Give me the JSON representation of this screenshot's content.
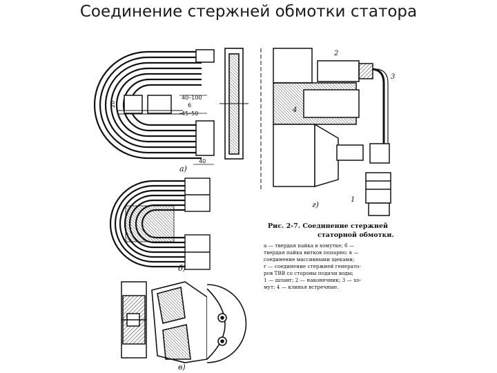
{
  "slide": {
    "title": "Соединение стержней обмотки статора"
  },
  "figure": {
    "labels": {
      "a": "а)",
      "b": "б)",
      "v": "в)",
      "g": "г)"
    },
    "callouts": [
      "1",
      "2",
      "3",
      "4"
    ],
    "dimensions": {
      "range": "40–100",
      "six": "6",
      "range2": "45–50",
      "twenty": "20",
      "forty": "40"
    },
    "caption": {
      "title_line1": "Рис. 2-7. Соединение стержней",
      "title_line2": "статорной обмотки.",
      "lines": [
        "а — твердая пайка в хомутке; б —",
        "твердая пайка витков попарно; в —",
        "соединение массивными щеками;",
        "г — соединение стержней генерато-",
        "ров ТВВ со стороны подачи воды;",
        "1 — шланг; 2 — наконечник; 3 — хо-",
        "мут; 4 — клинья встречные."
      ]
    }
  }
}
